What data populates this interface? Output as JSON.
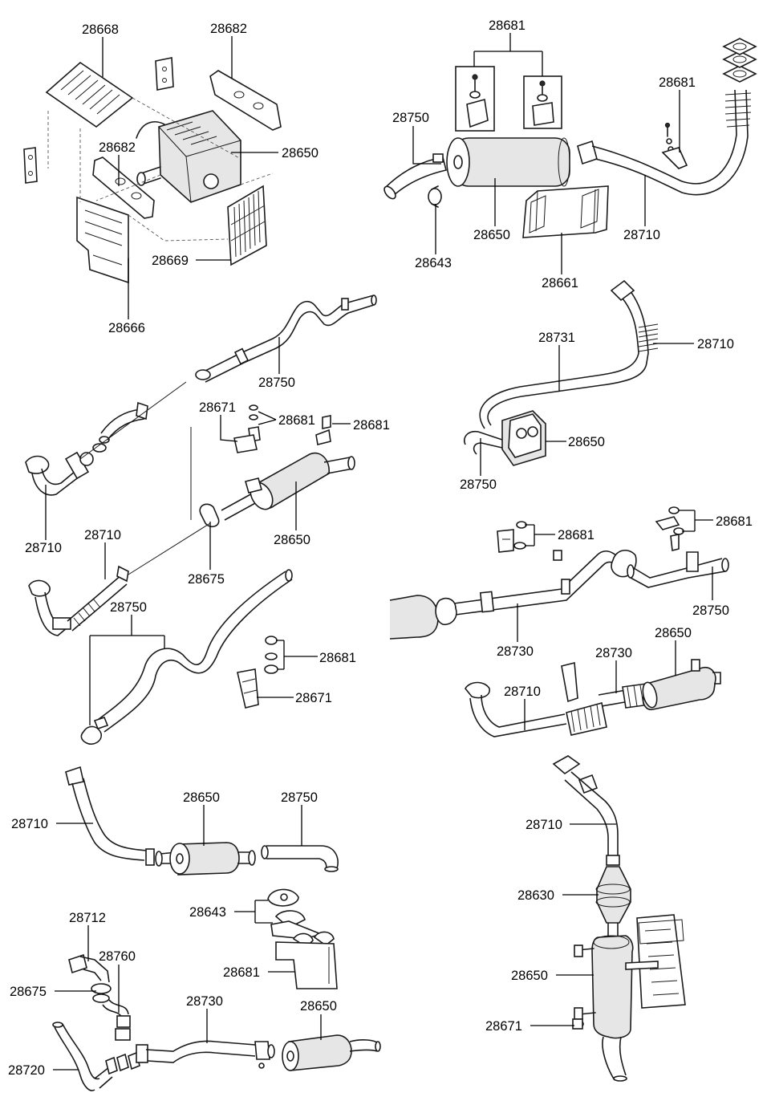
{
  "diagram": {
    "callouts": {
      "a1": "28668",
      "a2": "28682",
      "a3": "28682",
      "a4": "28650",
      "a5": "28669",
      "a6": "28666",
      "b1": "28681",
      "b2": "28750",
      "b3": "28681",
      "b4": "28650",
      "b5": "28643",
      "b6": "28661",
      "b7": "28710",
      "c1": "28750",
      "d1": "28731",
      "d2": "28710",
      "d3": "28650",
      "d4": "28750",
      "e1": "28671",
      "e2": "28681",
      "e3": "28681",
      "e4": "28710",
      "e5": "28650",
      "e6": "28710",
      "e7": "28675",
      "f1": "28681",
      "f2": "28681",
      "f3": "28750",
      "f4": "28730",
      "g1": "28750",
      "g2": "28681",
      "g3": "28671",
      "h1": "28730",
      "h2": "28650",
      "h3": "28710",
      "i1": "28650",
      "i2": "28750",
      "i3": "28710",
      "j1": "28710",
      "j2": "28630",
      "j3": "28650",
      "j4": "28671",
      "k1": "28712",
      "k2": "28760",
      "k3": "28675",
      "k4": "28643",
      "k5": "28681",
      "k6": "28730",
      "k7": "28650",
      "k8": "28720"
    }
  }
}
